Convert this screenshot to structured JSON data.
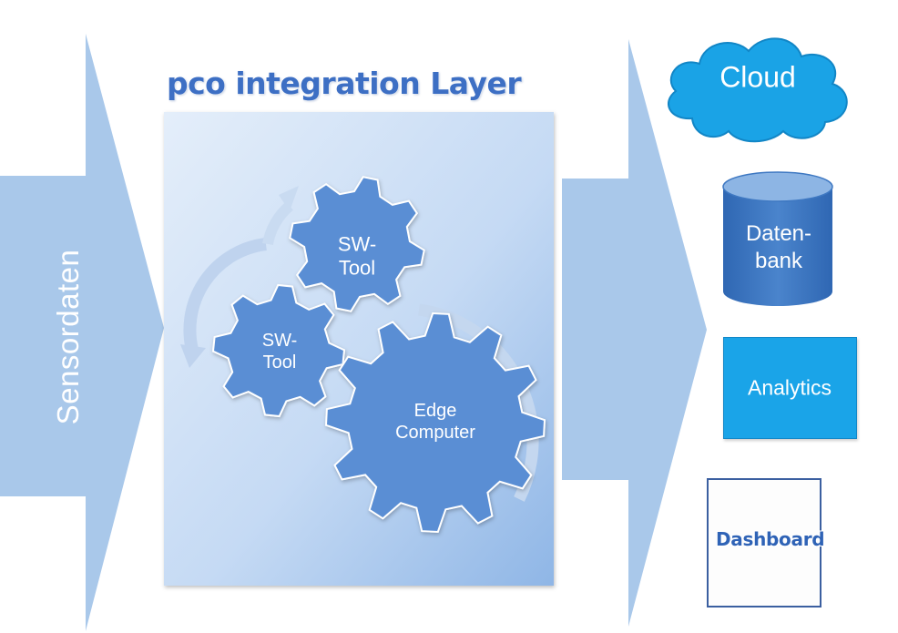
{
  "title": "pco integration Layer",
  "input": {
    "label": "Sensordaten"
  },
  "gears": {
    "top": {
      "label_line1": "SW-",
      "label_line2": "Tool"
    },
    "left": {
      "label_line1": "SW-",
      "label_line2": "Tool"
    },
    "big": {
      "label_line1": "Edge",
      "label_line2": "Computer"
    }
  },
  "outputs": {
    "cloud": "Cloud",
    "database_line1": "Daten-",
    "database_line2": "bank",
    "analytics": "Analytics",
    "dashboard": "Dashboard"
  },
  "colors": {
    "arrow": "#a9c8ea",
    "panel_top": "#dfeaf8",
    "panel_bottom": "#9dbfe8",
    "gear": "#5a8ed4",
    "cloud": "#1aa3e6",
    "database": "#3e78c2",
    "analytics": "#1aa4e8",
    "title": "#3d6fc4"
  }
}
